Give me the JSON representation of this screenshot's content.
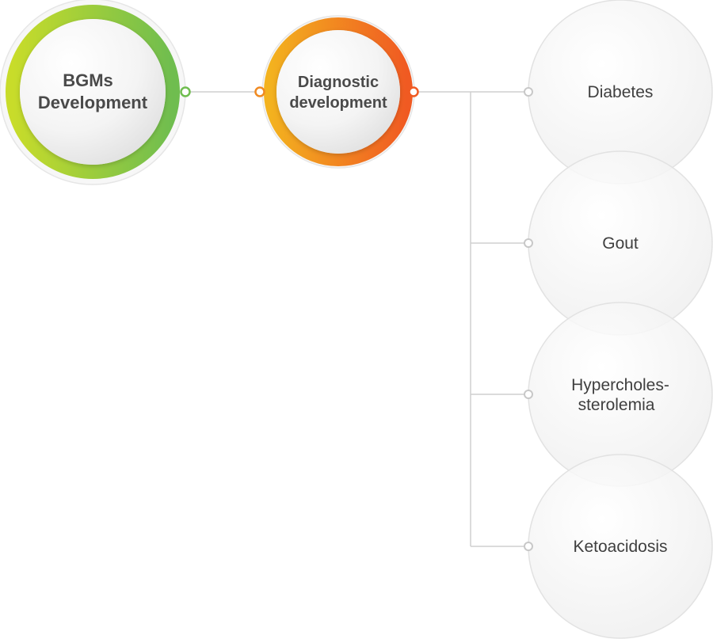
{
  "diagram": {
    "root": {
      "line1": "BGMs",
      "line2": "Development",
      "ring_colors": [
        "#c8dc2a",
        "#6fbd4f"
      ]
    },
    "middle": {
      "line1": "Diagnostic",
      "line2": "development",
      "ring_colors": [
        "#f3b21f",
        "#f05a22"
      ]
    },
    "leaves": [
      {
        "line1": "Diabetes",
        "line2": ""
      },
      {
        "line1": "Gout",
        "line2": ""
      },
      {
        "line1": "Hypercholes-",
        "line2": "sterolemia"
      },
      {
        "line1": "Ketoacidosis",
        "line2": ""
      }
    ]
  }
}
